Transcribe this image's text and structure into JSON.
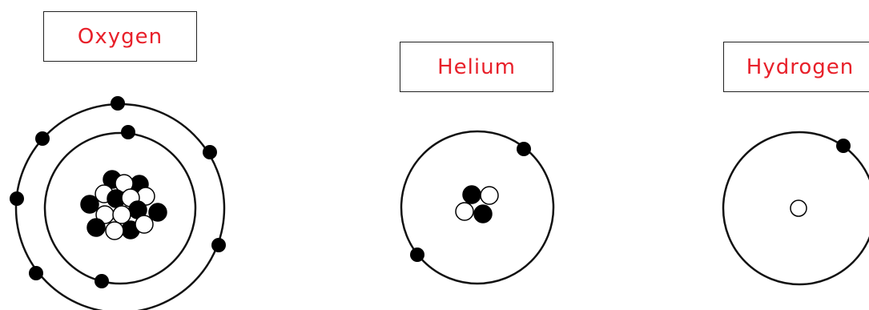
{
  "label_color": "#e8202a",
  "atoms": [
    {
      "name": "Oxygen"
    },
    {
      "name": "Helium"
    },
    {
      "name": "Hydrogen"
    }
  ]
}
